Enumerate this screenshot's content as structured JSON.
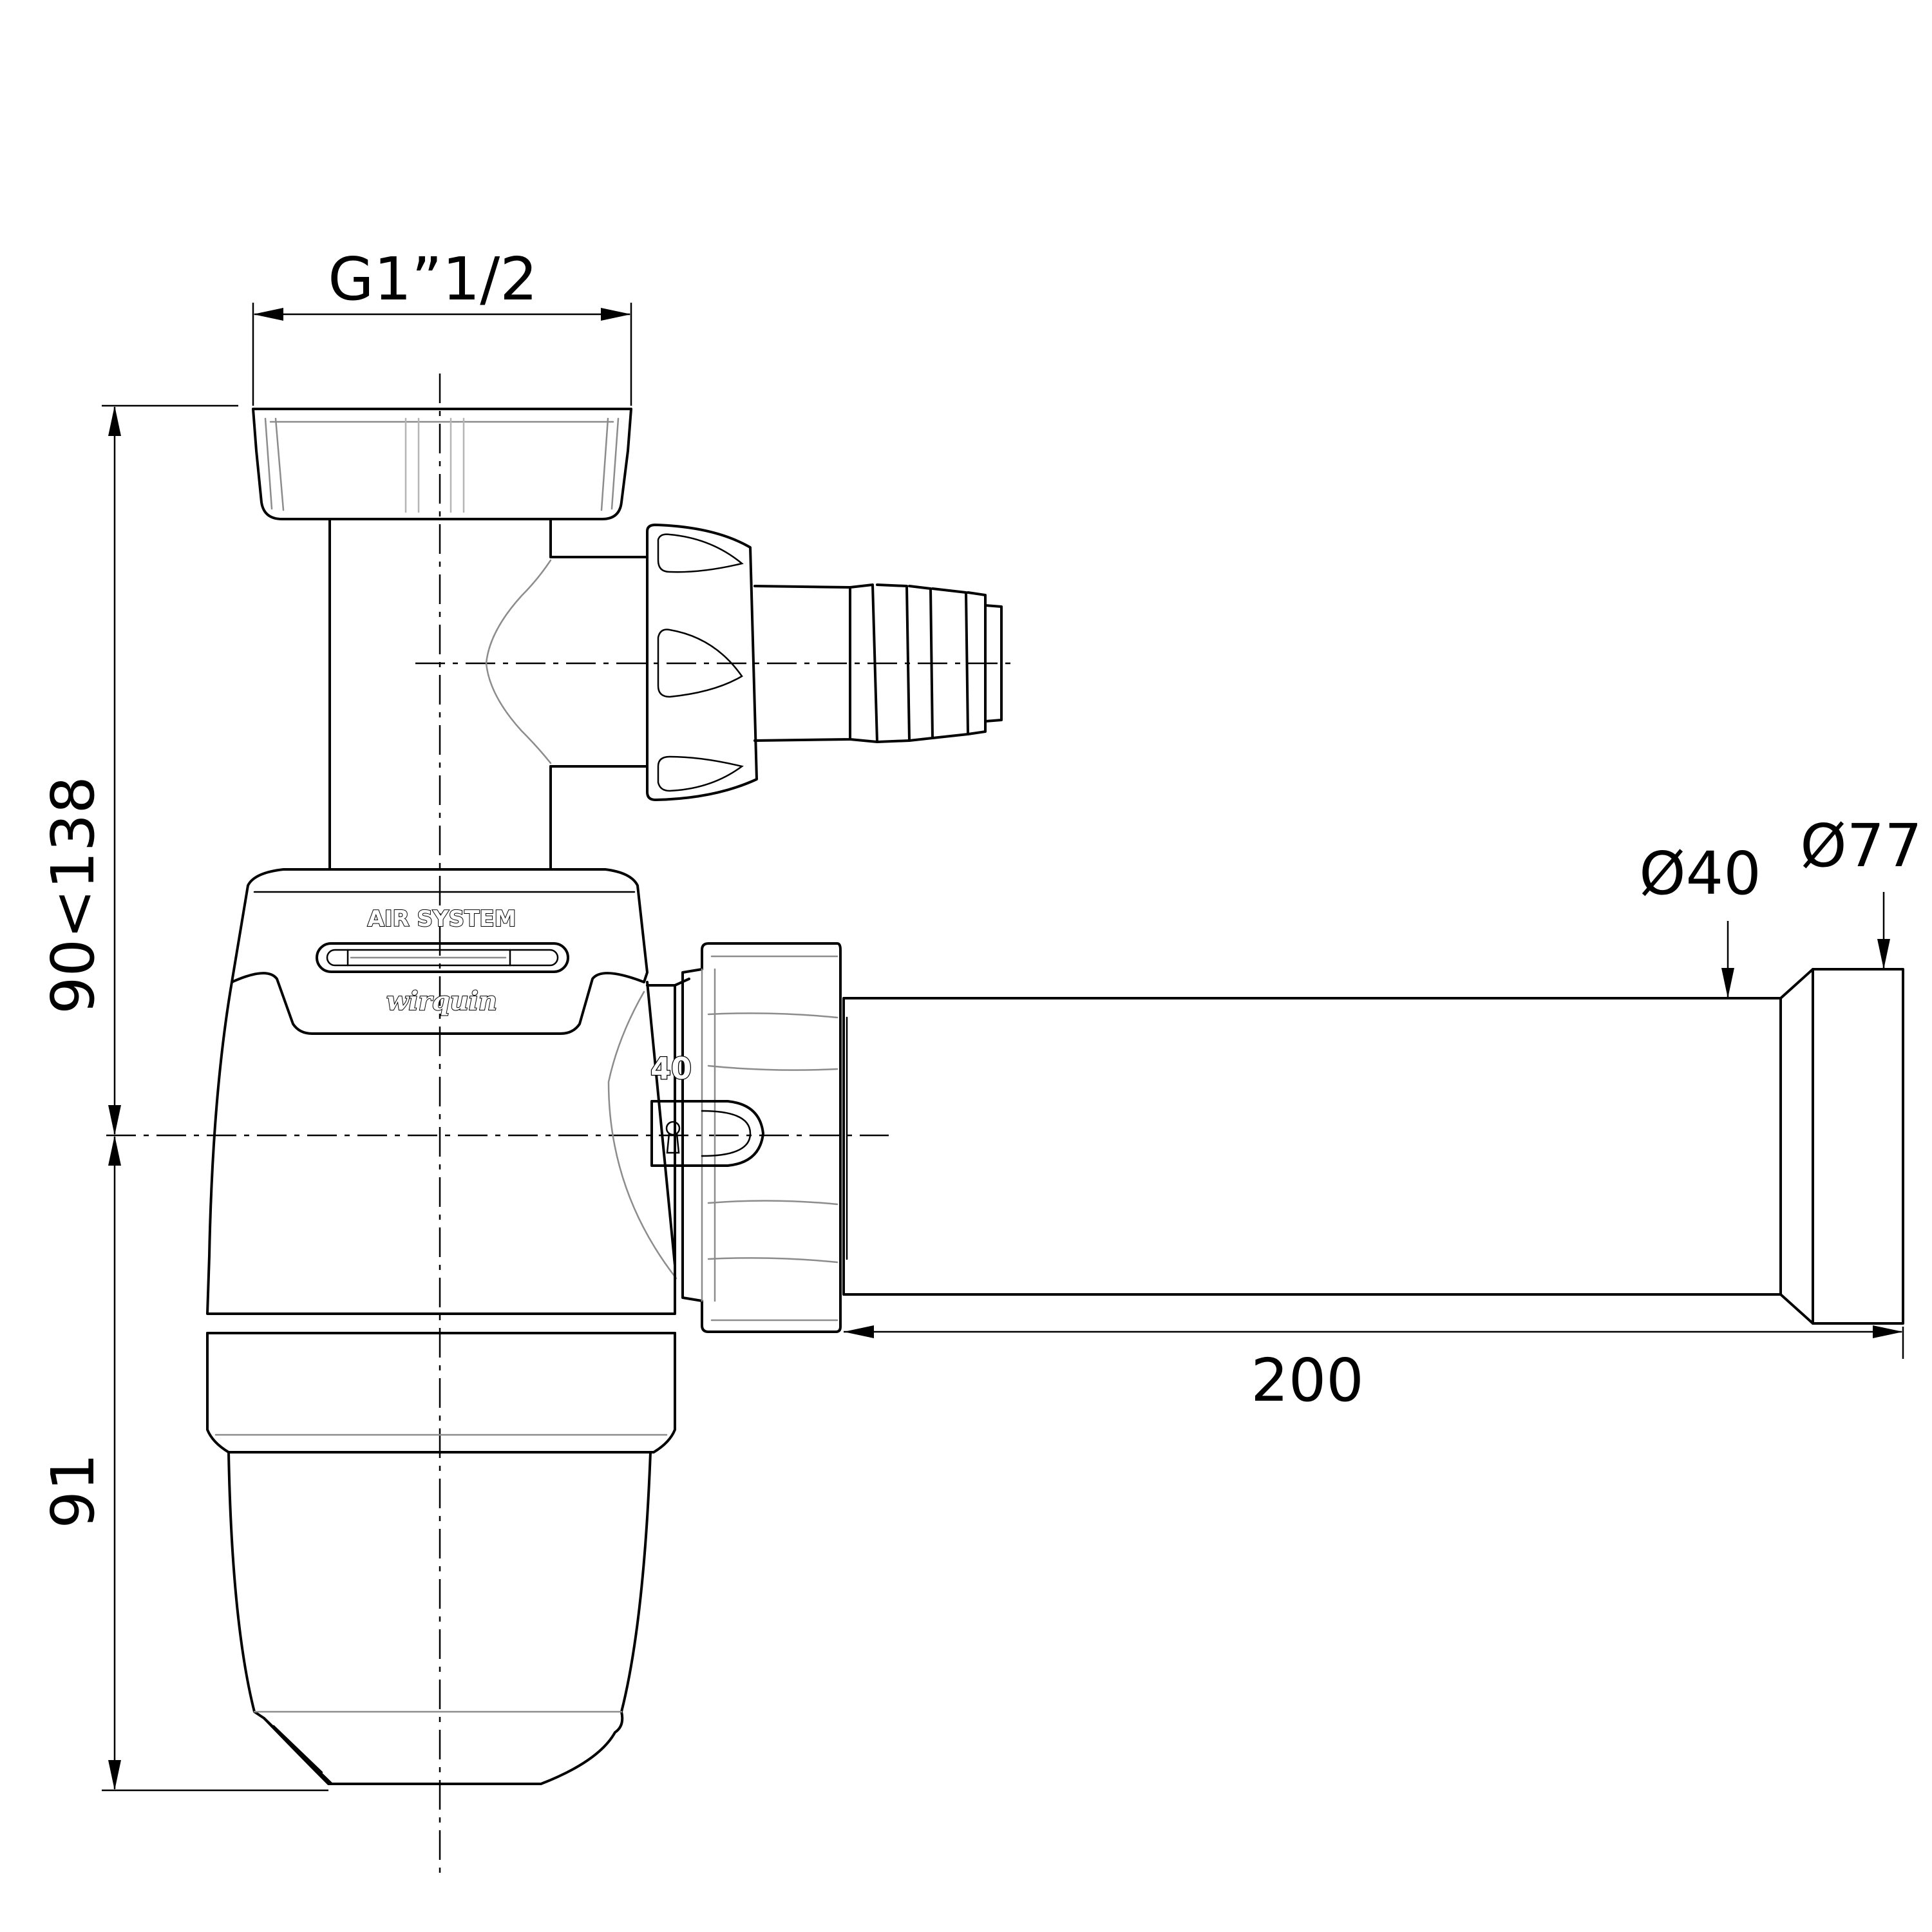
{
  "dimensions": {
    "thread": "G1”1/2",
    "height_adjustable": "90<138",
    "depth": "91",
    "outlet_diameter": "Ø40",
    "rosette_diameter": "Ø77",
    "length": "200"
  },
  "markings": {
    "plate": "AIR SYSTEM",
    "brand": "wirquin",
    "nut_size": "40"
  }
}
